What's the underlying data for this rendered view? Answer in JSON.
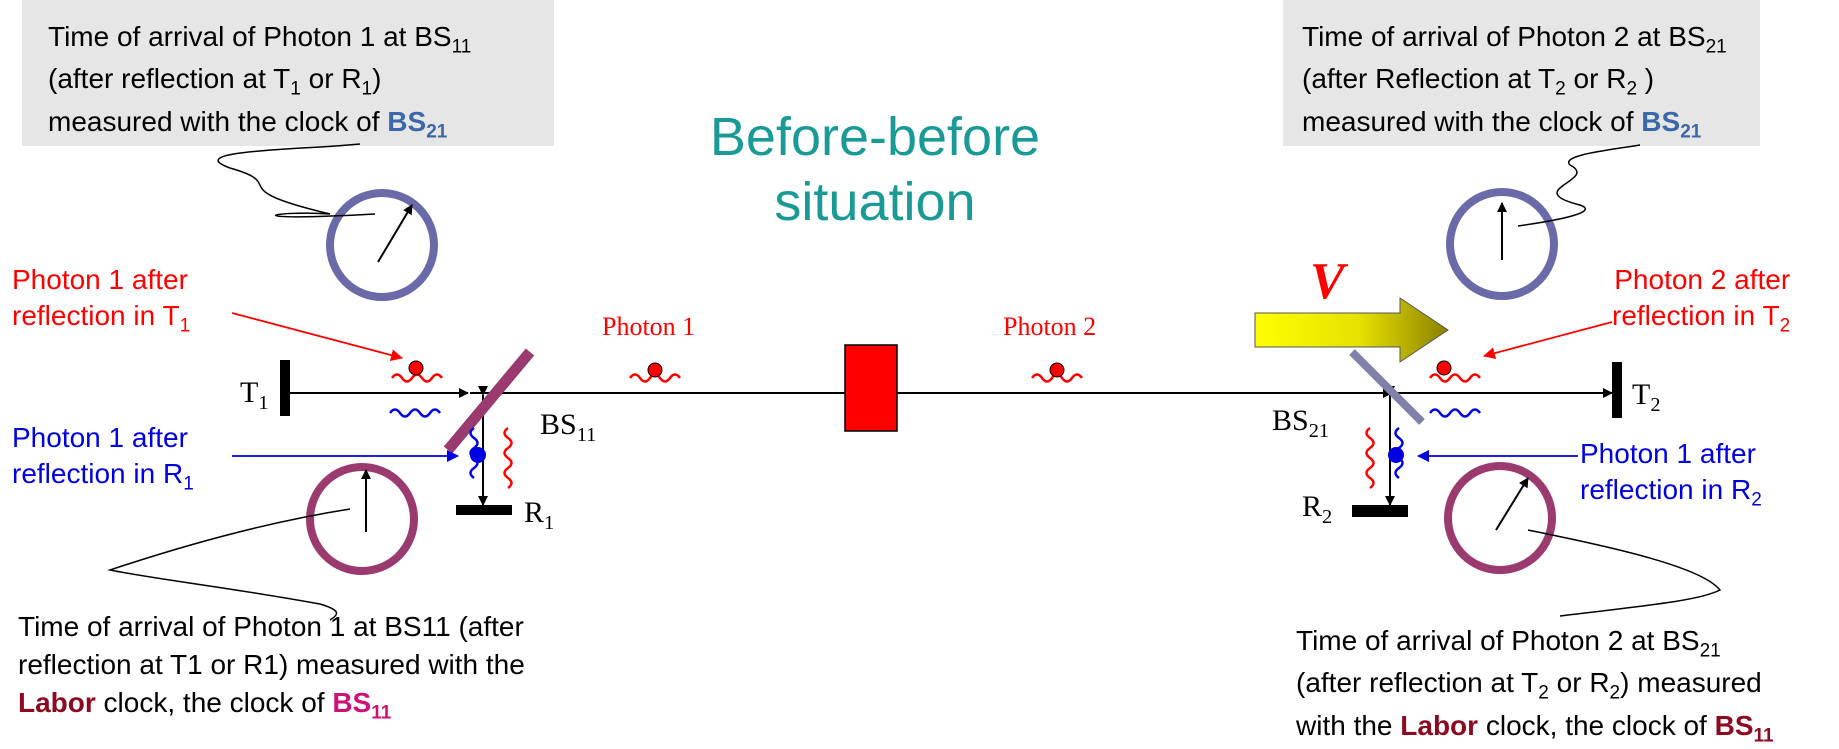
{
  "title": {
    "line1": "Before-before",
    "line2": "situation"
  },
  "boxes": {
    "top_left": {
      "line1": "Time of arrival of Photon 1 at BS",
      "line1_sub": "11",
      "line2_a": "(after reflection at T",
      "line2_sub1": "1",
      "line2_b": " or R",
      "line2_sub2": "1",
      "line2_c": ")",
      "line3_a": "measured with the clock of ",
      "line3_bs": "BS",
      "line3_sub": "21"
    },
    "top_right": {
      "line1": "Time of arrival of Photon 2 at BS",
      "line1_sub": "21",
      "line2_a": "(after Reflection at T",
      "line2_sub1": "2",
      "line2_b": " or R",
      "line2_sub2": "2",
      "line2_c": " )",
      "line3_a": "measured with the clock of ",
      "line3_bs": "BS",
      "line3_sub": "21"
    }
  },
  "bottom_left": {
    "line1": "Time of arrival of Photon 1 at BS11 (after",
    "line2": "reflection at T1 or R1) measured with the",
    "line3_labor": "Labor",
    "line3_mid": " clock, the clock of  ",
    "line3_bs": "BS",
    "line3_sub": "11"
  },
  "bottom_right": {
    "line1": "Time of arrival of Photon 2 at BS",
    "line1_sub": "21",
    "line2_a": "(after reflection at T",
    "line2_sub1": "2",
    "line2_b": " or R",
    "line2_sub2": "2",
    "line2_c": ") measured",
    "line3_a": "with the ",
    "line3_labor": "Labor",
    "line3_mid": " clock, the clock of ",
    "line3_bs": "BS",
    "line3_sub": "11"
  },
  "labels": {
    "photon1_after_T1": {
      "line1": "Photon 1 after",
      "line2": "reflection in T",
      "sub": "1"
    },
    "photon1_after_R1": {
      "line1": "Photon 1 after",
      "line2": "reflection in R",
      "sub": "1"
    },
    "photon2_after_T2": {
      "line1": "Photon 2 after",
      "line2": "reflection in T",
      "sub": "2"
    },
    "photon1_after_R2": {
      "line1": "Photon 1 after",
      "line2": "reflection in R",
      "sub": "2"
    },
    "photon1": "Photon 1",
    "photon2": "Photon 2",
    "velocity": "V"
  },
  "components": {
    "T1": {
      "letter": "T",
      "sub": "1"
    },
    "R1": {
      "letter": "R",
      "sub": "1"
    },
    "BS11": {
      "letter": "BS",
      "sub": "11"
    },
    "T2": {
      "letter": "T",
      "sub": "2"
    },
    "R2": {
      "letter": "R",
      "sub": "2"
    },
    "BS21": {
      "letter": "BS",
      "sub": "21"
    }
  },
  "colors": {
    "title": "#1a9a96",
    "photon_red": "#ff0000",
    "photon_blue": "#0000e0",
    "clock_blue": "#6a6aa8",
    "clock_maroon": "#9a3a6e",
    "source": "#ff0000",
    "box_bg": "#e6e6e6"
  }
}
